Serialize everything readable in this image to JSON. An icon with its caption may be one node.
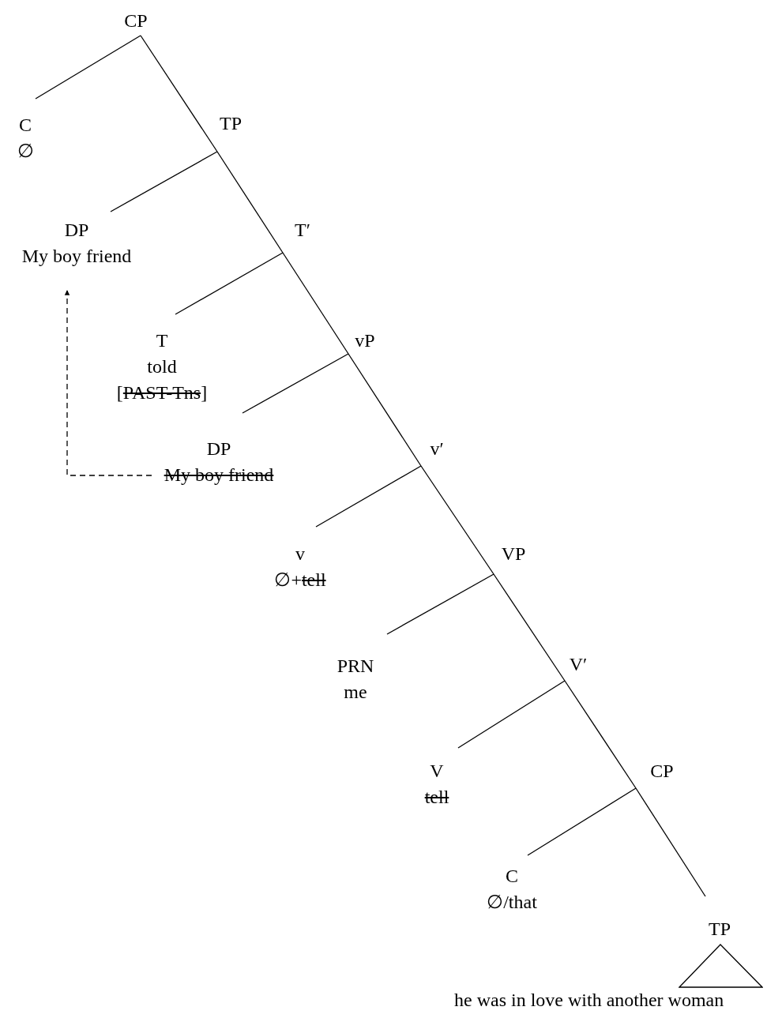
{
  "diagram": {
    "nodes": [
      {
        "text": [
          "CP"
        ]
      },
      {
        "text": [
          "C",
          "∅"
        ]
      },
      {
        "text": [
          "TP"
        ]
      },
      {
        "text": [
          "DP",
          "My boy friend"
        ]
      },
      {
        "text": [
          "T′"
        ]
      },
      {
        "text": [
          "T",
          "told",
          "[PAST-Tns]"
        ]
      },
      {
        "text": [
          "vP"
        ]
      },
      {
        "text": [
          "DP",
          "My boy friend"
        ]
      },
      {
        "text": [
          "v′"
        ]
      },
      {
        "text": [
          "v",
          "∅+tell"
        ]
      },
      {
        "text": [
          "VP"
        ]
      },
      {
        "text": [
          "PRN",
          "me"
        ]
      },
      {
        "text": [
          "V′"
        ]
      },
      {
        "text": [
          "V",
          "tell"
        ]
      },
      {
        "text": [
          "CP"
        ]
      },
      {
        "text": [
          "C",
          "∅/that"
        ]
      },
      {
        "text": [
          "TP",
          "he was in love with another woman"
        ]
      }
    ],
    "edges": [
      {
        "from": 0,
        "to": 1,
        "arrow": "none"
      },
      {
        "from": 0,
        "to": 2,
        "arrow": "none"
      },
      {
        "from": 2,
        "to": 3,
        "arrow": "none"
      },
      {
        "from": 2,
        "to": 4,
        "arrow": "none"
      },
      {
        "from": 4,
        "to": 5,
        "arrow": "none"
      },
      {
        "from": 4,
        "to": 6,
        "arrow": "none"
      },
      {
        "from": 6,
        "to": 7,
        "arrow": "none"
      },
      {
        "from": 6,
        "to": 8,
        "arrow": "none"
      },
      {
        "from": 8,
        "to": 9,
        "arrow": "none"
      },
      {
        "from": 8,
        "to": 10,
        "arrow": "none"
      },
      {
        "from": 10,
        "to": 11,
        "arrow": "none"
      },
      {
        "from": 10,
        "to": 12,
        "arrow": "none"
      },
      {
        "from": 12,
        "to": 13,
        "arrow": "none"
      },
      {
        "from": 12,
        "to": 14,
        "arrow": "none"
      },
      {
        "from": 14,
        "to": 15,
        "arrow": "none"
      },
      {
        "from": 14,
        "to": 16,
        "arrow": "none"
      },
      {
        "from": 7,
        "to": 3,
        "arrow": "to",
        "style": "dashed"
      }
    ]
  }
}
